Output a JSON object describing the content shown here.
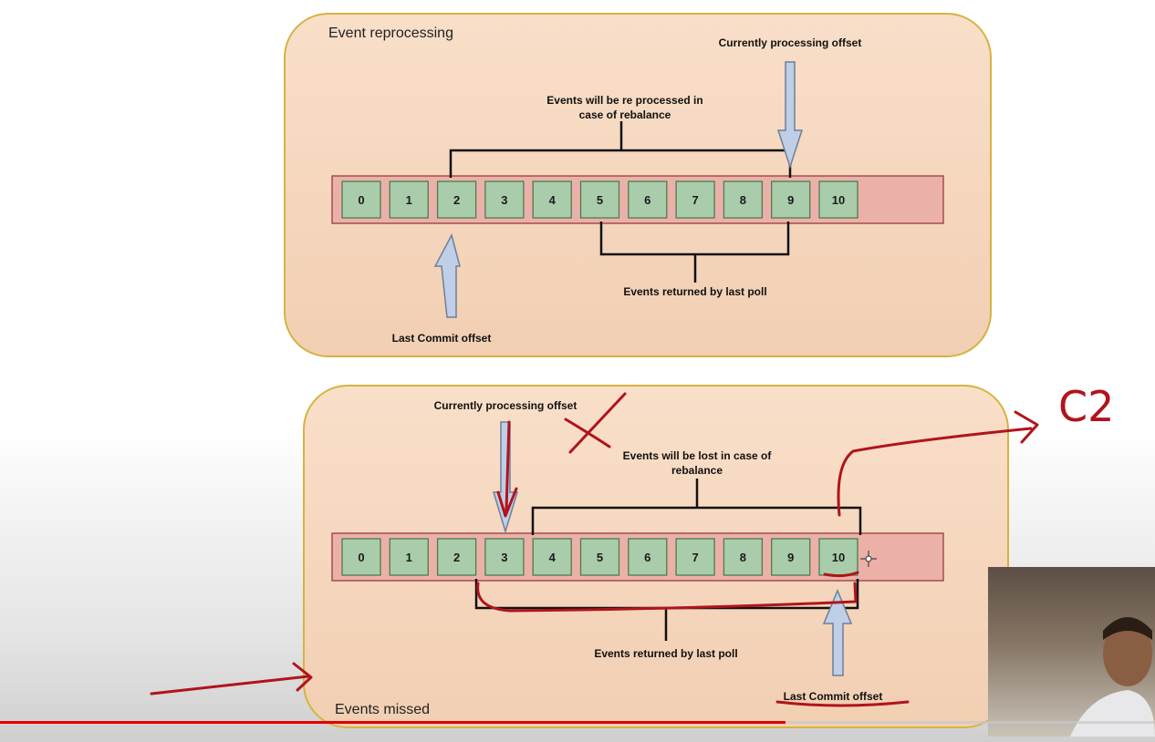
{
  "panels": [
    {
      "title": "Event reprocessing",
      "cells": [
        "0",
        "1",
        "2",
        "3",
        "4",
        "5",
        "6",
        "7",
        "8",
        "9",
        "10"
      ],
      "top_bracket_label": [
        "Events will be re processed in",
        "case of rebalance"
      ],
      "bottom_bracket_label": "Events returned by last poll",
      "top_arrow_label": "Currently processing offset",
      "bottom_arrow_label": "Last Commit offset"
    },
    {
      "title": "Events missed",
      "cells": [
        "0",
        "1",
        "2",
        "3",
        "4",
        "5",
        "6",
        "7",
        "8",
        "9",
        "10"
      ],
      "top_bracket_label": [
        "Events will be lost in case of",
        "rebalance"
      ],
      "bottom_bracket_label": "Events returned by last poll",
      "top_arrow_label": "Currently processing offset",
      "bottom_arrow_label": "Last Commit offset"
    }
  ],
  "annotation_text": "C2",
  "video": {
    "progress": 0.68,
    "colors": {
      "progress": "#e00000",
      "ink": "#b0141c"
    }
  }
}
